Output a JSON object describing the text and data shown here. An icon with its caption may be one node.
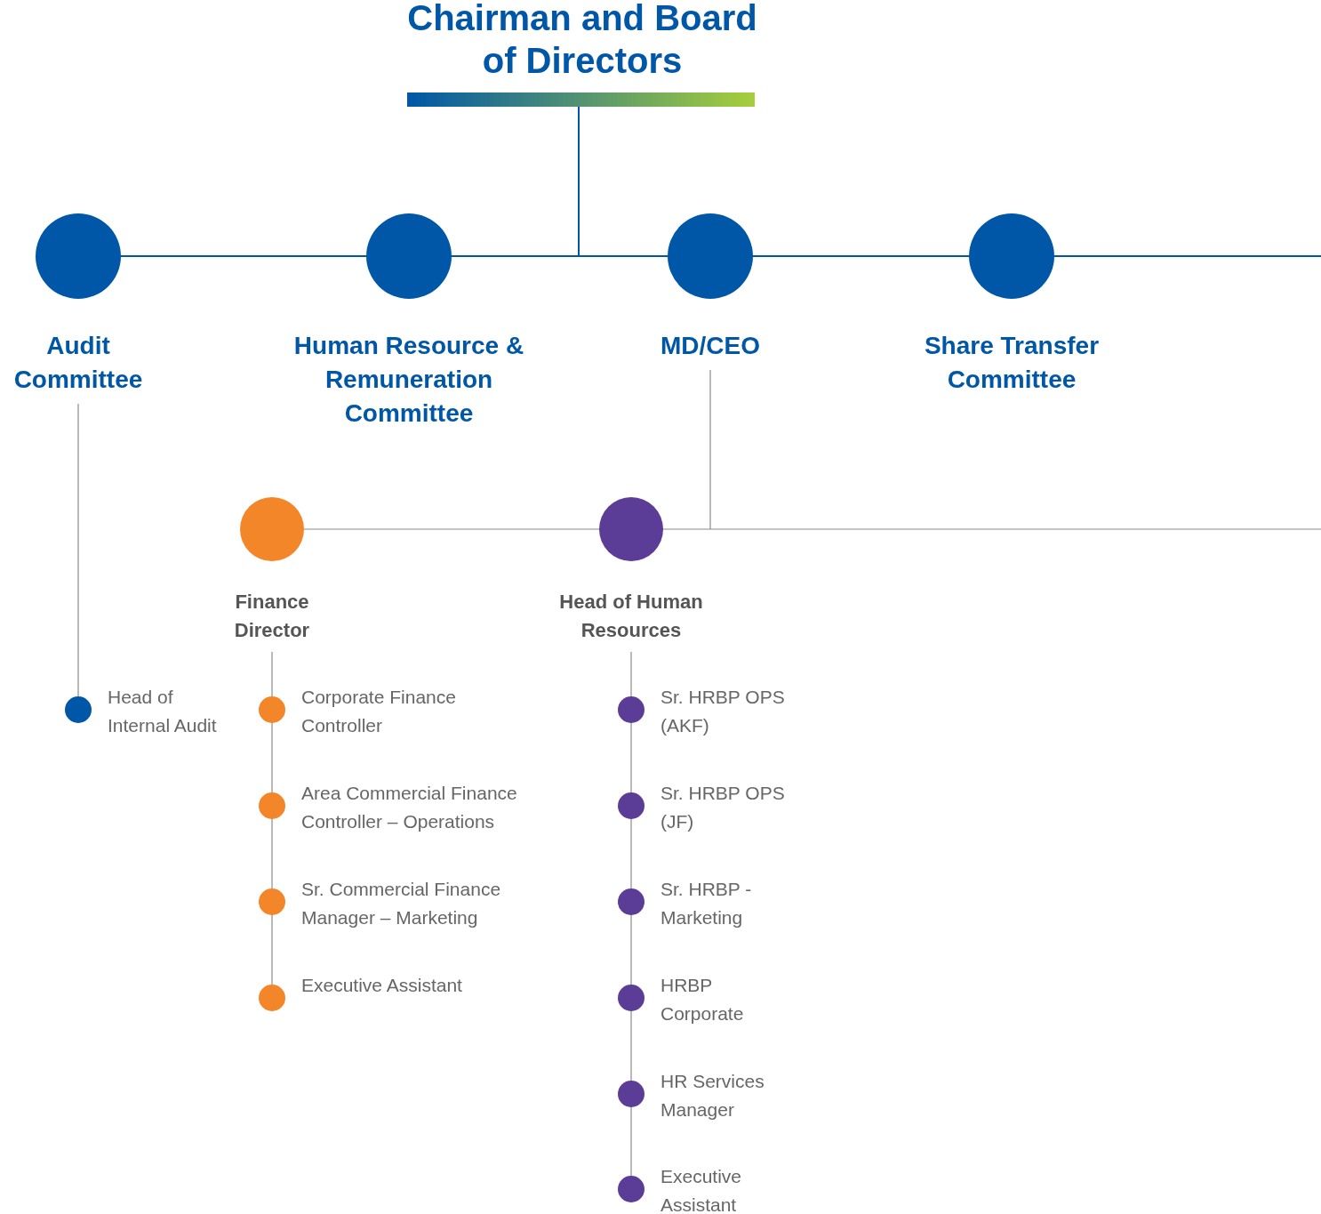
{
  "diagram": {
    "nodes": [
      {
        "text": [
          "Chairman and Board of Directors"
        ]
      },
      {
        "text": [
          "Audit Committee"
        ]
      },
      {
        "text": [
          "Human Resource & Remuneration Committee"
        ]
      },
      {
        "text": [
          "MD/CEO"
        ]
      },
      {
        "text": [
          "Share Transfer Committee"
        ]
      },
      {
        "text": [
          "Finance Director"
        ]
      },
      {
        "text": [
          "Head of Human Resources"
        ]
      },
      {
        "text": [
          "Head of Internal Audit"
        ]
      },
      {
        "text": [
          "Corporate Finance Controller"
        ]
      },
      {
        "text": [
          "Area Commercial Finance Controller – Operations"
        ]
      },
      {
        "text": [
          "Sr. Commercial Finance Manager – Marketing"
        ]
      },
      {
        "text": [
          "Executive Assistant"
        ]
      },
      {
        "text": [
          "Sr. HRBP OPS (AKF)"
        ]
      },
      {
        "text": [
          "Sr. HRBP OPS (JF)"
        ]
      },
      {
        "text": [
          "Sr. HRBP - Marketing"
        ]
      },
      {
        "text": [
          "HRBP Corporate"
        ]
      },
      {
        "text": [
          "HR Services Manager"
        ]
      },
      {
        "text": [
          "Executive Assistant"
        ]
      }
    ],
    "edges": [
      {
        "from": 0,
        "to": 1,
        "arrow": "none",
        "color": "#0057a8"
      },
      {
        "from": 0,
        "to": 2,
        "arrow": "none",
        "color": "#0057a8"
      },
      {
        "from": 0,
        "to": 3,
        "arrow": "none",
        "color": "#0057a8"
      },
      {
        "from": 0,
        "to": 4,
        "arrow": "none",
        "color": "#0057a8"
      },
      {
        "from": 0,
        "to": null,
        "arrow": "none",
        "color": "#0057a8"
      },
      {
        "from": 1,
        "to": 7,
        "arrow": "none"
      },
      {
        "from": 3,
        "to": 5,
        "arrow": "none"
      },
      {
        "from": 3,
        "to": 6,
        "arrow": "none"
      },
      {
        "from": 3,
        "to": null,
        "arrow": "none"
      },
      {
        "from": 5,
        "to": 8,
        "arrow": "none"
      },
      {
        "from": 5,
        "to": 9,
        "arrow": "none"
      },
      {
        "from": 5,
        "to": 10,
        "arrow": "none"
      },
      {
        "from": 5,
        "to": 11,
        "arrow": "none"
      },
      {
        "from": 6,
        "to": 12,
        "arrow": "none"
      },
      {
        "from": 6,
        "to": 13,
        "arrow": "none"
      },
      {
        "from": 6,
        "to": 14,
        "arrow": "none"
      },
      {
        "from": 6,
        "to": 15,
        "arrow": "none"
      },
      {
        "from": 6,
        "to": 16,
        "arrow": "none"
      },
      {
        "from": 6,
        "to": 17,
        "arrow": "none"
      }
    ]
  }
}
